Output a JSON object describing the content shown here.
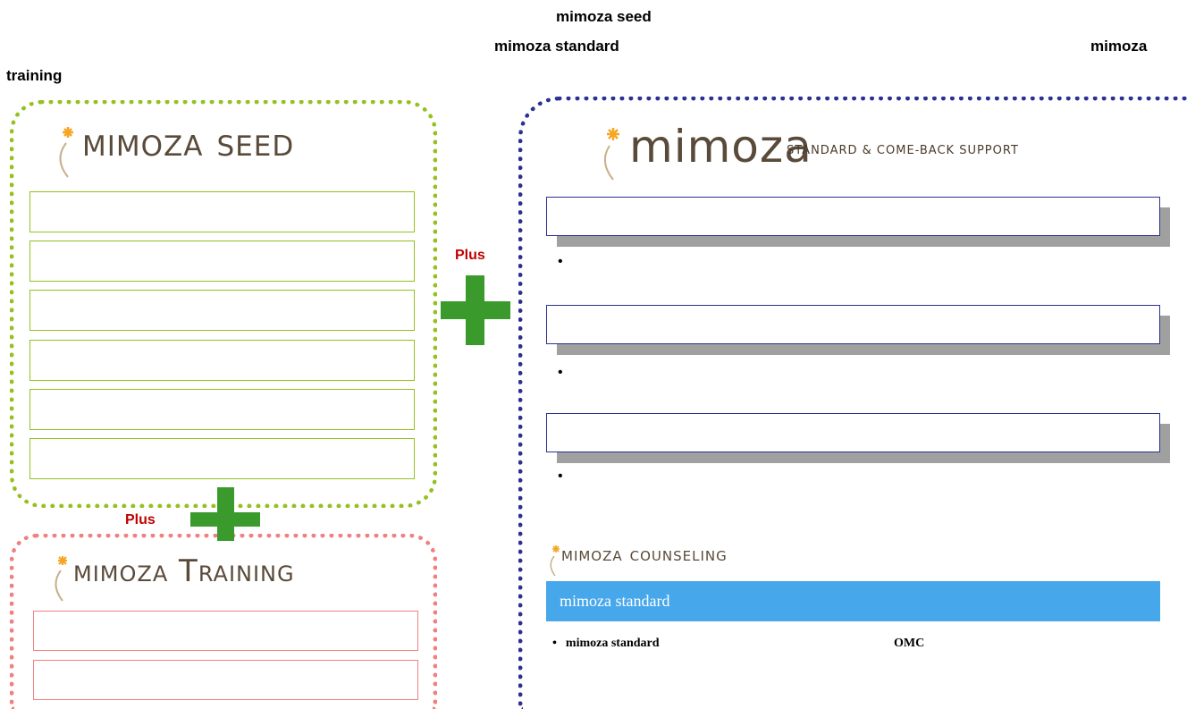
{
  "headings": {
    "seed": "mimoza seed",
    "standard": "mimoza standard",
    "mimoza": "mimoza",
    "training": "training"
  },
  "logos": {
    "seed": "mimoza seed",
    "training": "mimoza Training",
    "standard": "mimoza",
    "standard_sub": "standard & come-back support",
    "counseling": "mimoza counseling"
  },
  "plus_label": "Plus",
  "standard": {
    "bullet": "•"
  },
  "counseling": {
    "bar_title": "mimoza standard",
    "line_bullet": "•",
    "line_text": "mimoza standard",
    "line_suffix": "OMC"
  },
  "colors": {
    "seed": "#94c11f",
    "training": "#f08080",
    "standard": "#2b3190",
    "plus": "#3a9a2c",
    "plus_label": "#c00000",
    "counseling_bar": "#46a7ea"
  },
  "icons": {
    "logo_mark": "swirl-star-icon",
    "plus": "plus-icon"
  }
}
